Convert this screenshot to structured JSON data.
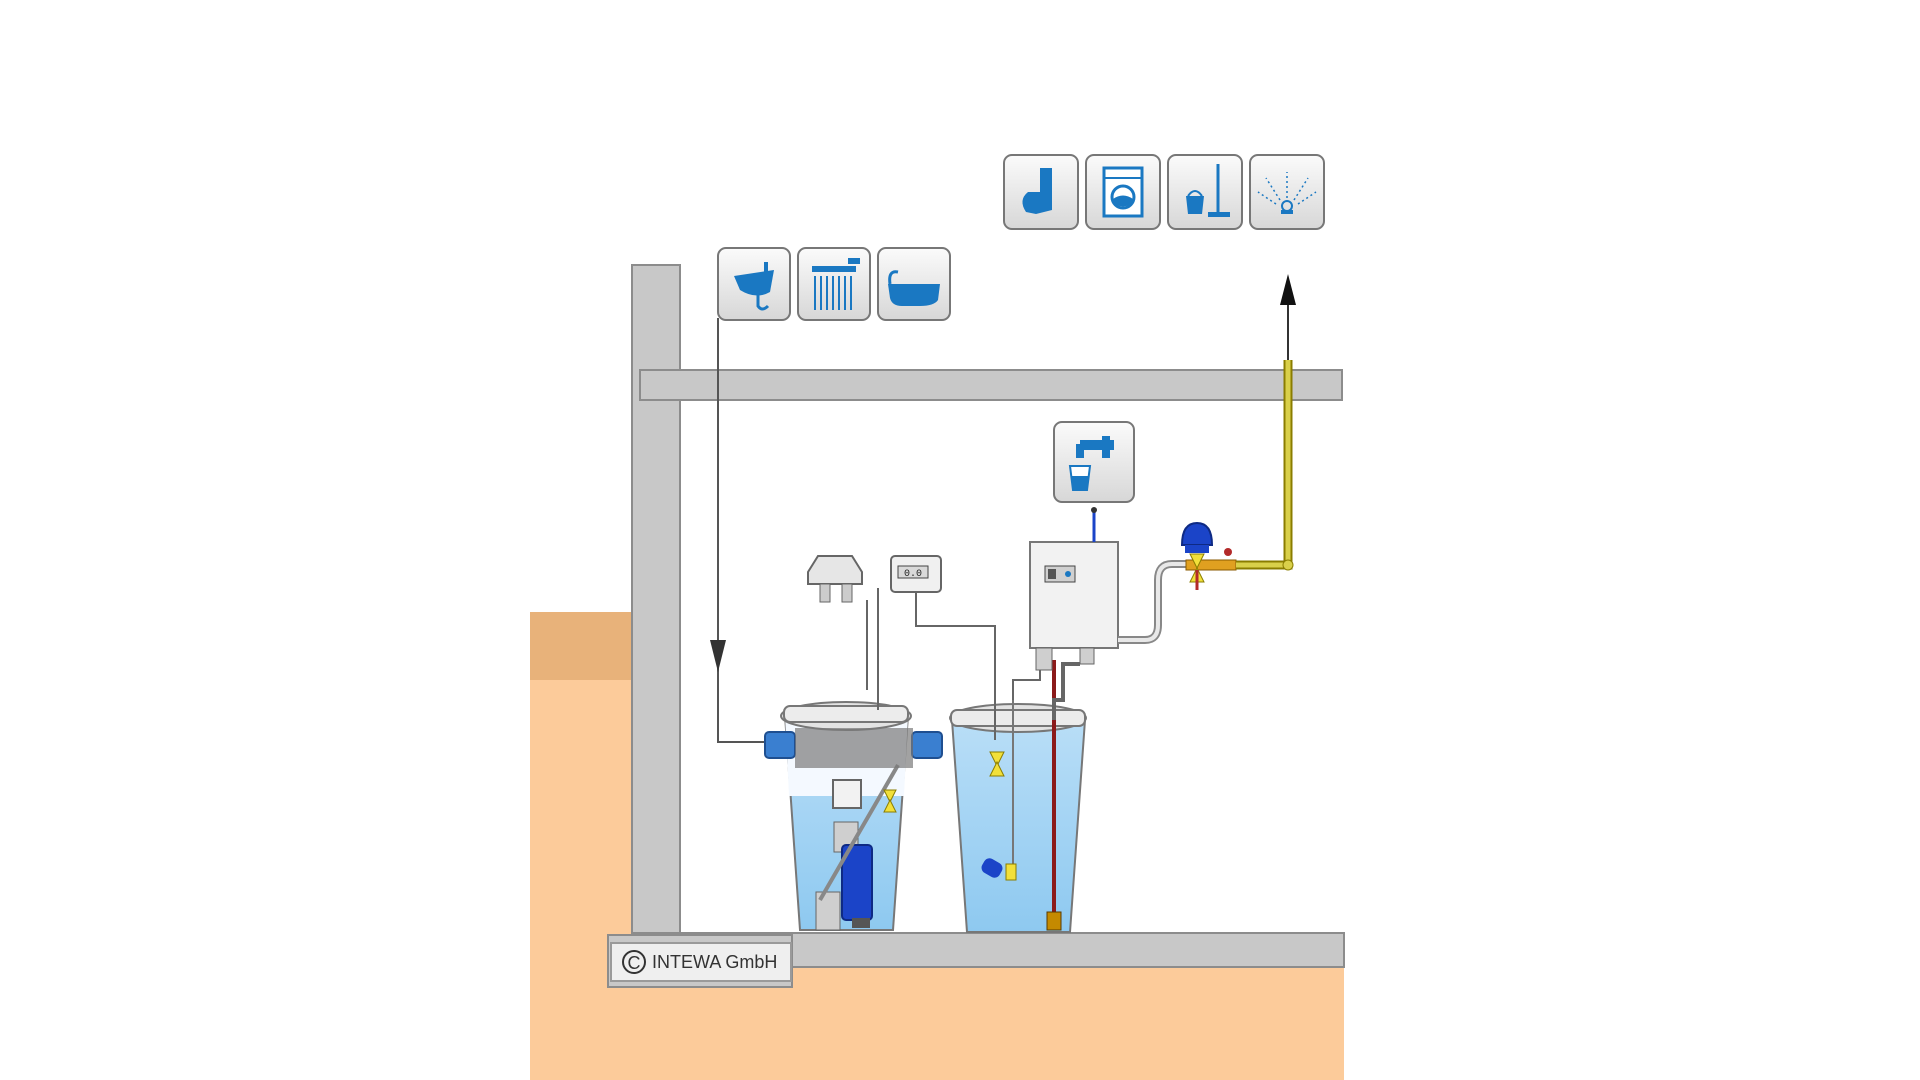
{
  "copyright": {
    "symbol": "C",
    "text": "INTEWA GmbH"
  },
  "fixture_icons": {
    "greywater_sources": [
      "washbasin-icon",
      "shower-icon",
      "bathtub-icon"
    ],
    "service_water_uses": [
      "toilet-icon",
      "washing-machine-icon",
      "cleaning-bucket-mop-icon",
      "garden-sprinkler-icon"
    ],
    "potable_water": "tap-glass-icon"
  },
  "display_text": "0.0",
  "colors": {
    "water": "#a9d6f5",
    "soil": "#fccb9a",
    "soil_dark": "#e8b27a",
    "wall": "#c8c8c8",
    "icon_blue": "#1a78c2",
    "pipe_yellow": "#d9d04a"
  }
}
